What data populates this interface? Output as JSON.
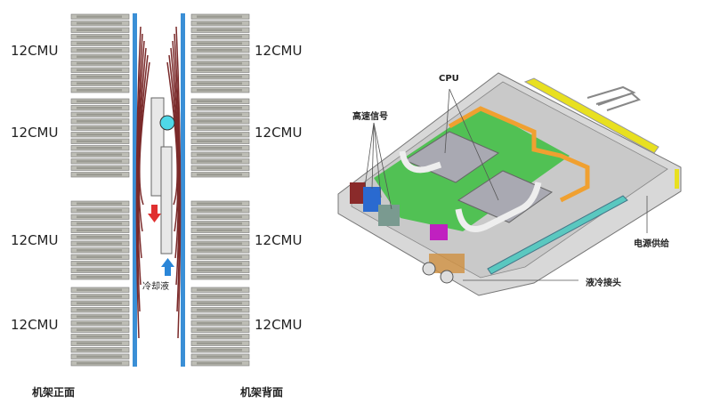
{
  "left_diagram": {
    "module_labels_front": [
      "12CMU",
      "12CMU",
      "12CMU",
      "12CMU"
    ],
    "module_labels_back": [
      "12CMU",
      "12CMU",
      "12CMU",
      "12CMU"
    ],
    "coolant_label": "冷却液",
    "front_label": "机架正面",
    "back_label": "机架背面",
    "colors": {
      "rail": "#3a8fd6",
      "pipe": "#7a2a2a",
      "hot_arrow": "#e03030",
      "cold_arrow": "#2a86d8",
      "pump": "#4fd8e8"
    }
  },
  "right_diagram": {
    "callouts": {
      "cpu": "CPU",
      "high_speed_signal": "高速信号",
      "power_supply": "电源供给",
      "liquid_cooling_connector": "液冷接头"
    },
    "colors": {
      "cold_plate_pipe": "#f0a030",
      "board": "#3cc040",
      "rail_yellow": "#e8e020",
      "side_rail": "#5ac8c0",
      "connector_magenta": "#c020c0"
    }
  }
}
